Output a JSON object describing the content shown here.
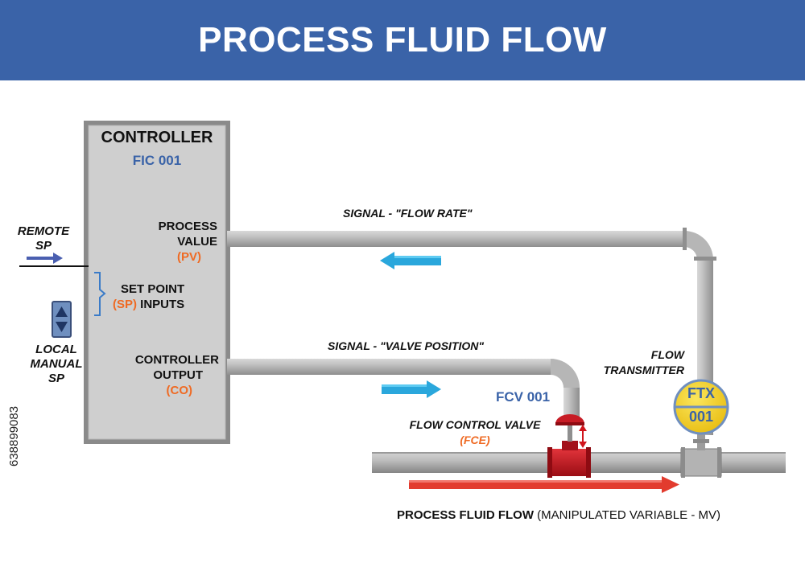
{
  "header": {
    "title": "PROCESS FLUID FLOW"
  },
  "controller": {
    "title": "CONTROLLER",
    "tag": "FIC 001",
    "pv_line1": "PROCESS",
    "pv_line2": "VALUE",
    "pv_abbr": "(PV)",
    "sp_line1": "SET POINT",
    "sp_abbr": "(SP)",
    "sp_suffix": "INPUTS",
    "co_line1": "CONTROLLER",
    "co_line2": "OUTPUT",
    "co_abbr": "(CO)"
  },
  "remote_sp": {
    "line1": "REMOTE",
    "line2": "SP"
  },
  "local_sp": {
    "line1": "LOCAL",
    "line2": "MANUAL",
    "line3": "SP"
  },
  "signals": {
    "flow_rate": "SIGNAL - \"FLOW RATE\"",
    "valve_position": "SIGNAL - \"VALVE POSITION\""
  },
  "valve": {
    "tag": "FCV 001",
    "name": "FLOW CONTROL VALVE",
    "abbr": "(FCE)"
  },
  "transmitter": {
    "line1": "FLOW",
    "line2": "TRANSMITTER",
    "tag_top": "FTX",
    "tag_bottom": "001"
  },
  "process_flow": {
    "label": "PROCESS FLUID FLOW",
    "detail": "(MANIPULATED VARIABLE - MV)"
  },
  "stock_id": "638899083",
  "colors": {
    "header_bg": "#3a63a8",
    "accent_blue": "#3a63a8",
    "accent_orange": "#ef6a23",
    "pipe_gray": "#a9a9a9",
    "valve_red": "#c0141c",
    "transmitter_yellow": "#f4d21f",
    "signal_arrow_blue": "#2aa7dc",
    "flow_arrow_red": "#e23b2e"
  }
}
